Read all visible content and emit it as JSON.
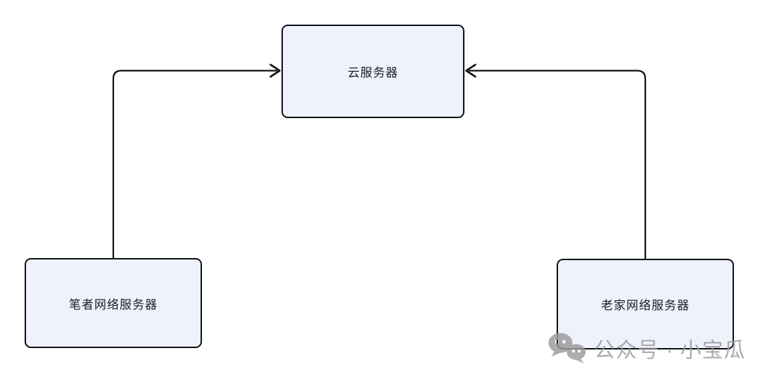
{
  "colors": {
    "background": "#ffffff",
    "node_fill": "#eef2fb",
    "node_border": "#0d1017",
    "node_text": "#191c22",
    "arrow": "#101010",
    "watermark": "#9a9a9a"
  },
  "diagram": {
    "nodes": [
      {
        "id": "cloud-server",
        "label": "云服务器"
      },
      {
        "id": "author-server",
        "label": "笔者网络服务器"
      },
      {
        "id": "hometown-server",
        "label": "老家网络服务器"
      }
    ],
    "edges": [
      {
        "from": "author-server",
        "to": "cloud-server",
        "style": "elbow",
        "arrow": "to"
      },
      {
        "from": "hometown-server",
        "to": "cloud-server",
        "style": "elbow",
        "arrow": "to"
      }
    ]
  },
  "watermark": {
    "icon": "wechat-icon",
    "text": "公众号 · 小宝瓜"
  }
}
